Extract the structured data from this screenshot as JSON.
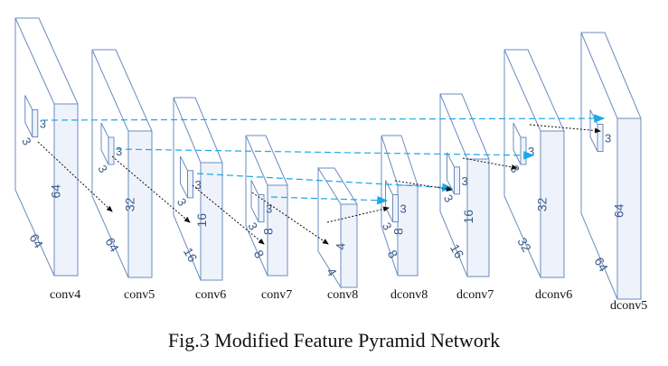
{
  "caption": "Fig.3 Modified Feature Pyramid Network",
  "colors": {
    "block_stroke": "#6b8cbf",
    "block_side": "#eef3fb",
    "arrow": "#1aa8e8",
    "label": "#3a5a8a"
  },
  "layers": [
    {
      "name": "conv4",
      "side": "64",
      "depth": "64",
      "kernel": "3",
      "kernel2": "3"
    },
    {
      "name": "conv5",
      "side": "32",
      "depth": "64",
      "kernel": "3",
      "kernel2": "3"
    },
    {
      "name": "conv6",
      "side": "16",
      "depth": "16",
      "kernel": "3",
      "kernel2": "3"
    },
    {
      "name": "conv7",
      "side": "8",
      "depth": "8",
      "kernel": "3",
      "kernel2": "3"
    },
    {
      "name": "conv8",
      "side": "4",
      "depth": "4",
      "kernel": "",
      "kernel2": ""
    },
    {
      "name": "dconv8",
      "side": "8",
      "depth": "8",
      "kernel": "3",
      "kernel2": "3"
    },
    {
      "name": "dconv7",
      "side": "16",
      "depth": "16",
      "kernel": "3",
      "kernel2": "3"
    },
    {
      "name": "dconv6",
      "side": "32",
      "depth": "32",
      "kernel": "3",
      "kernel2": "3"
    },
    {
      "name": "dconv5",
      "side": "64",
      "depth": "64",
      "kernel": "3",
      "kernel2": ""
    }
  ]
}
